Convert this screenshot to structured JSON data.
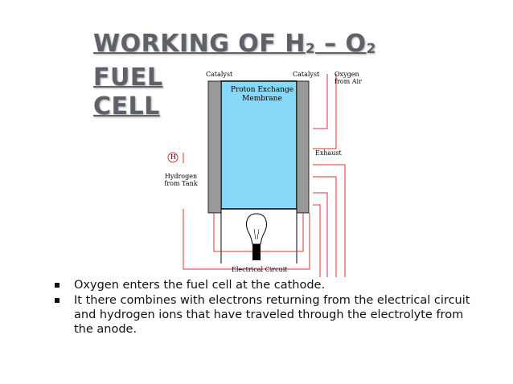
{
  "slide": {
    "title_line1_pre": "WORKING OF H",
    "title_sub1": "2",
    "title_mid": " – O",
    "title_sub2": "2",
    "title_line1_post": " FUEL",
    "title_line2": "CELL"
  },
  "diagram": {
    "labels": {
      "catalyst_left": "Catalyst",
      "catalyst_right": "Catalyst",
      "membrane": "Proton Exchange Membrane",
      "oxygen": "Oxygen from Air",
      "exhaust": "Exhaust",
      "hydrogen_symbol": "H",
      "hydrogen": "Hydrogen from Tank",
      "circuit": "Electrical Circuit"
    },
    "colors": {
      "electrolyte": "#87d8f9",
      "catalyst": "#9a9a9a",
      "wire": "#e0303a",
      "outline": "#000000"
    }
  },
  "bullets": [
    "Oxygen enters the fuel cell at the cathode.",
    "It there combines with electrons returning from the electrical circuit and hydrogen ions that have traveled through the electrolyte from the anode."
  ]
}
